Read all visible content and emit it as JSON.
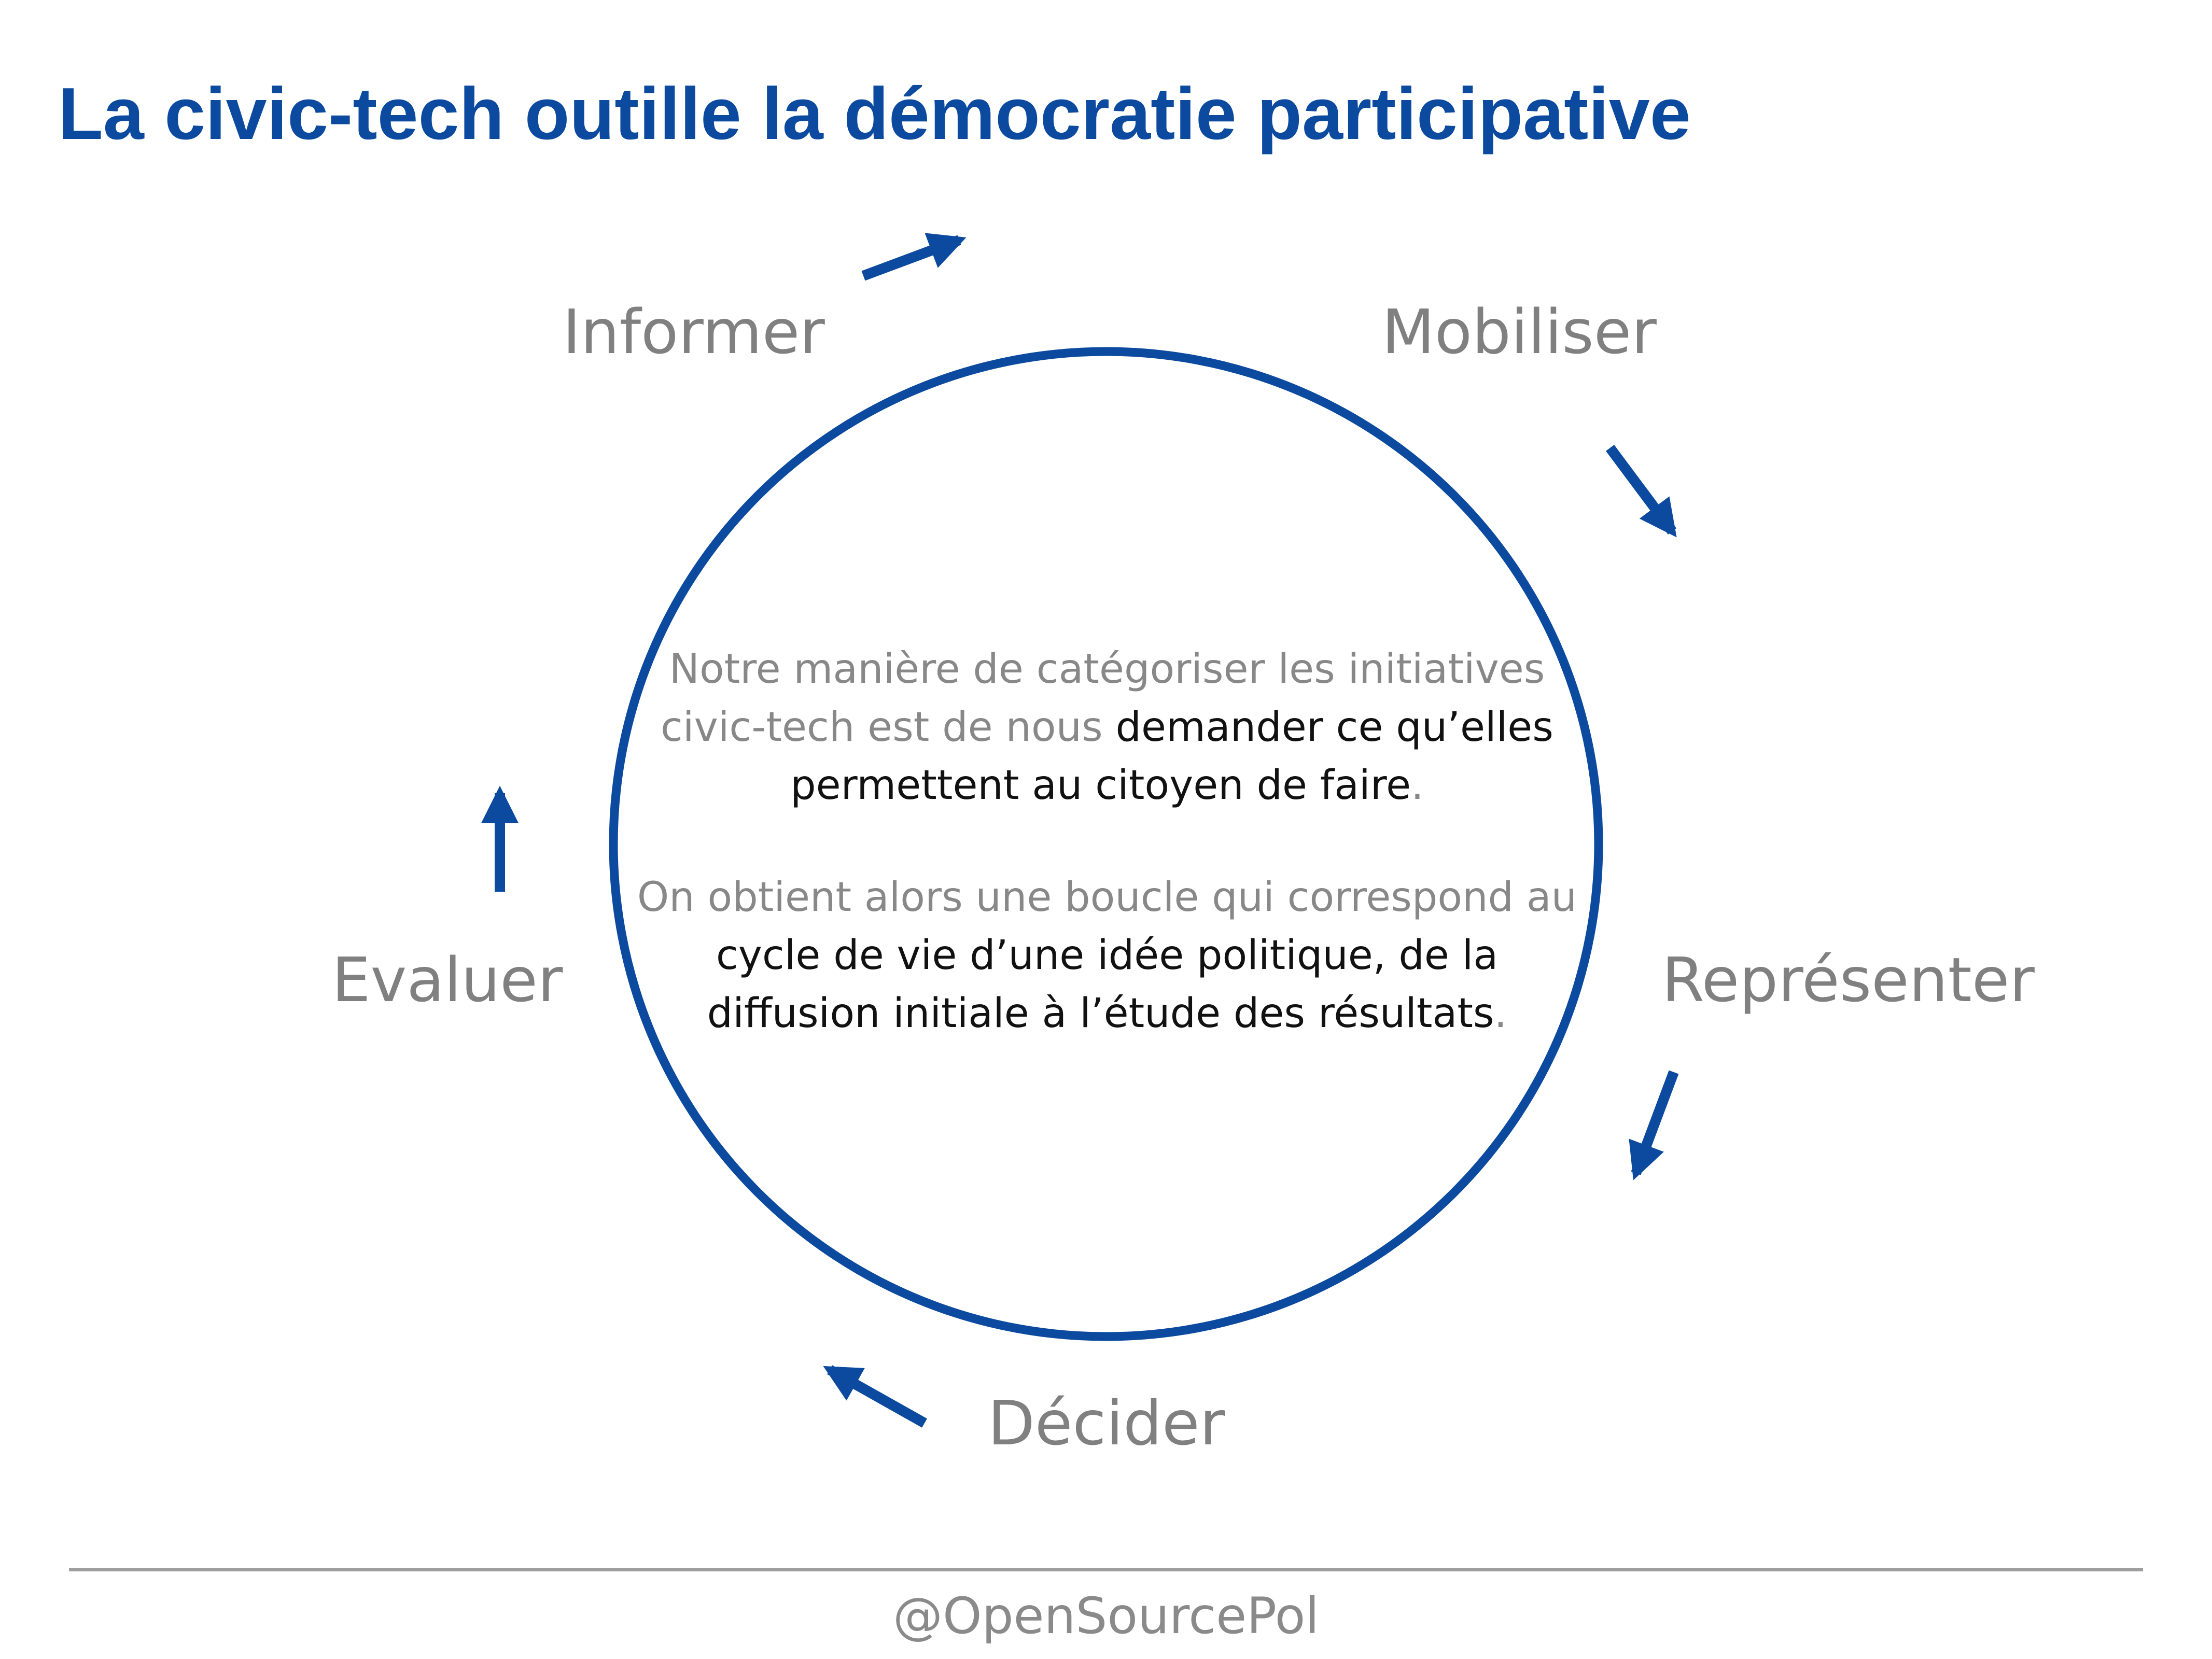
{
  "title": "La civic-tech outille la démocratie participative",
  "colors": {
    "accent": "#0b4a9e",
    "stage_text": "#808080",
    "muted_text": "#888888",
    "dark_text": "#111111",
    "rule": "#9e9e9e"
  },
  "stages": {
    "informer": "Informer",
    "mobiliser": "Mobiliser",
    "representer": "Représenter",
    "decider": "Décider",
    "evaluer": "Evaluer"
  },
  "center": {
    "p1_line1": "Notre manière de catégoriser les initiatives",
    "p1_line2_muted": "civic-tech est de nous ",
    "p1_line2_dark": "demander ce qu’elles",
    "p1_line3_dark": "permettent au citoyen de faire",
    "p1_line3_end": ".",
    "p2_line1": "On obtient alors une boucle qui correspond au",
    "p2_line2_dark": "cycle de vie d’une idée politique, de la",
    "p2_line3_dark": "diffusion initiale à l’étude des résultats",
    "p2_line3_end": "."
  },
  "footer": {
    "handle": "@OpenSourcePol"
  }
}
